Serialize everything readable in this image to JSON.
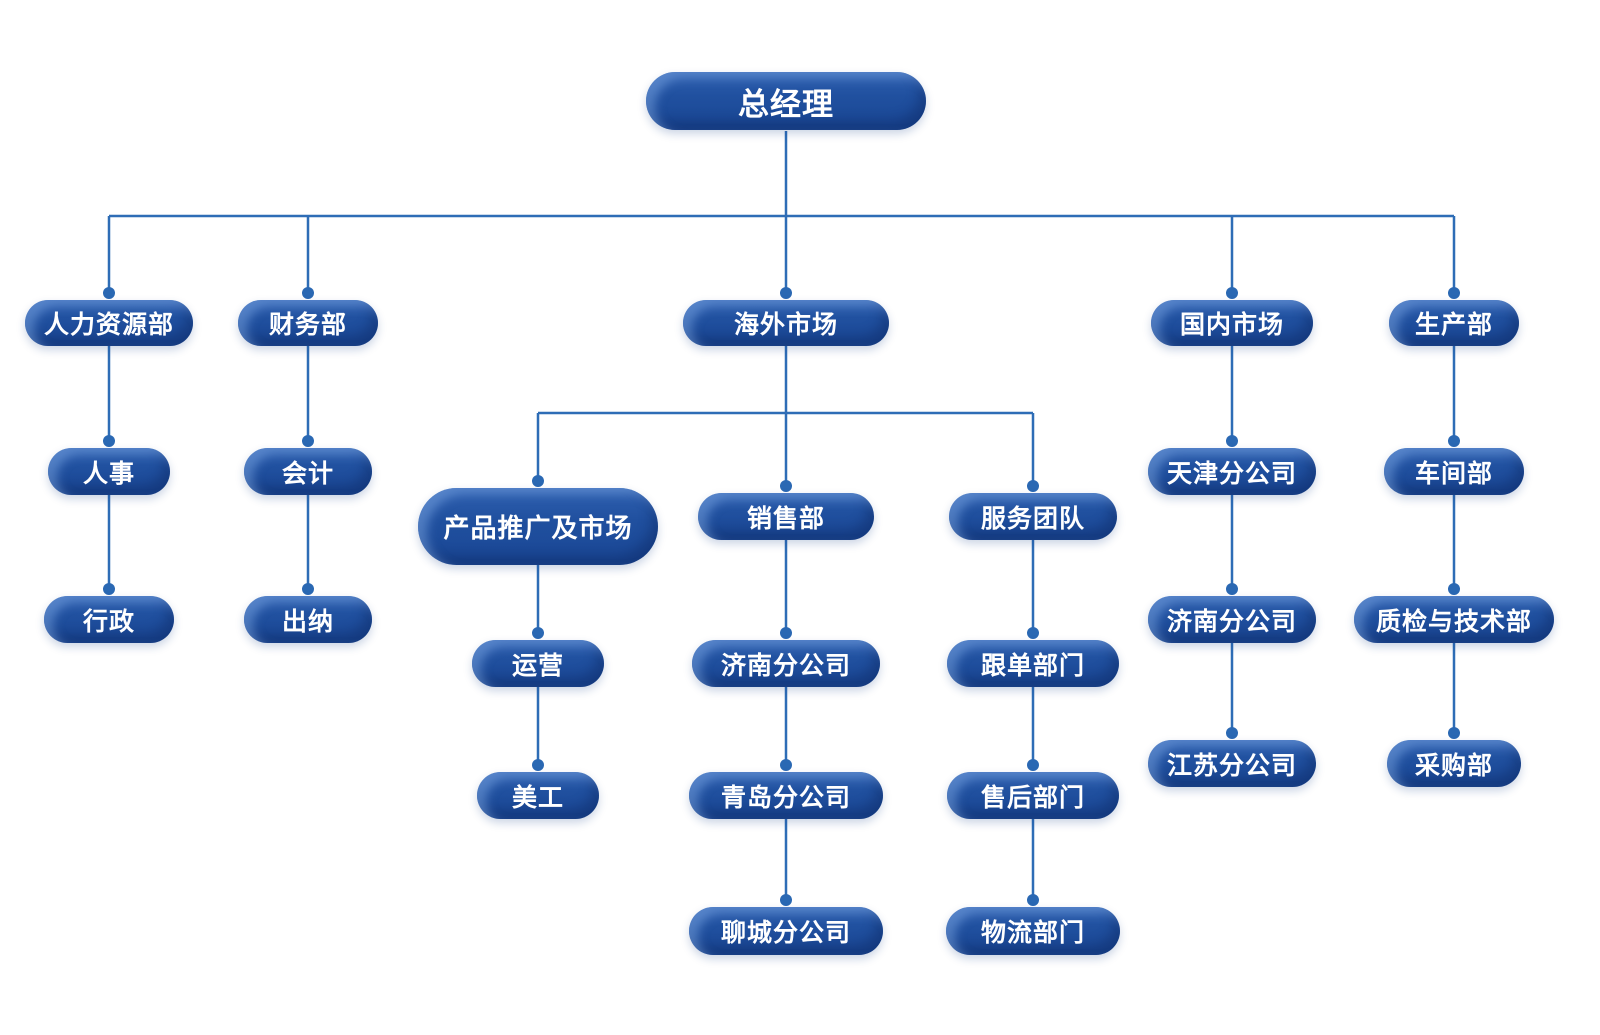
{
  "colors": {
    "node_fill": "#1e4c9d",
    "node_highlight": "#80ace8",
    "connector": "#2e6db6",
    "dot": "#2a68b3",
    "text": "#ffffff",
    "background": "#ffffff"
  },
  "nodes": {
    "general_manager": "总经理",
    "human_resources": "人力资源部",
    "personnel": "人事",
    "administration": "行政",
    "finance_dept": "财务部",
    "accounting": "会计",
    "cashier": "出纳",
    "overseas_market": "海外市场",
    "product_promotion_market": "产品推广及市场",
    "operations": "运营",
    "artist": "美工",
    "sales_dept": "销售部",
    "jinan_branch_sales": "济南分公司",
    "qingdao_branch": "青岛分公司",
    "liaocheng_branch": "聊城分公司",
    "service_team": "服务团队",
    "order_following_dept": "跟单部门",
    "after_sales_dept": "售后部门",
    "logistics_dept": "物流部门",
    "domestic_market": "国内市场",
    "tianjin_branch": "天津分公司",
    "jinan_branch_domestic": "济南分公司",
    "jiangsu_branch": "江苏分公司",
    "production_dept": "生产部",
    "workshop_dept": "车间部",
    "quality_tech_dept": "质检与技术部",
    "purchasing_dept": "采购部"
  },
  "edges": [
    [
      "general_manager",
      "human_resources"
    ],
    [
      "general_manager",
      "finance_dept"
    ],
    [
      "general_manager",
      "overseas_market"
    ],
    [
      "general_manager",
      "domestic_market"
    ],
    [
      "general_manager",
      "production_dept"
    ],
    [
      "human_resources",
      "personnel"
    ],
    [
      "personnel",
      "administration"
    ],
    [
      "finance_dept",
      "accounting"
    ],
    [
      "accounting",
      "cashier"
    ],
    [
      "overseas_market",
      "product_promotion_market"
    ],
    [
      "overseas_market",
      "sales_dept"
    ],
    [
      "overseas_market",
      "service_team"
    ],
    [
      "product_promotion_market",
      "operations"
    ],
    [
      "operations",
      "artist"
    ],
    [
      "sales_dept",
      "jinan_branch_sales"
    ],
    [
      "jinan_branch_sales",
      "qingdao_branch"
    ],
    [
      "qingdao_branch",
      "liaocheng_branch"
    ],
    [
      "service_team",
      "order_following_dept"
    ],
    [
      "order_following_dept",
      "after_sales_dept"
    ],
    [
      "after_sales_dept",
      "logistics_dept"
    ],
    [
      "domestic_market",
      "tianjin_branch"
    ],
    [
      "tianjin_branch",
      "jinan_branch_domestic"
    ],
    [
      "jinan_branch_domestic",
      "jiangsu_branch"
    ],
    [
      "production_dept",
      "workshop_dept"
    ],
    [
      "workshop_dept",
      "quality_tech_dept"
    ],
    [
      "quality_tech_dept",
      "purchasing_dept"
    ]
  ]
}
